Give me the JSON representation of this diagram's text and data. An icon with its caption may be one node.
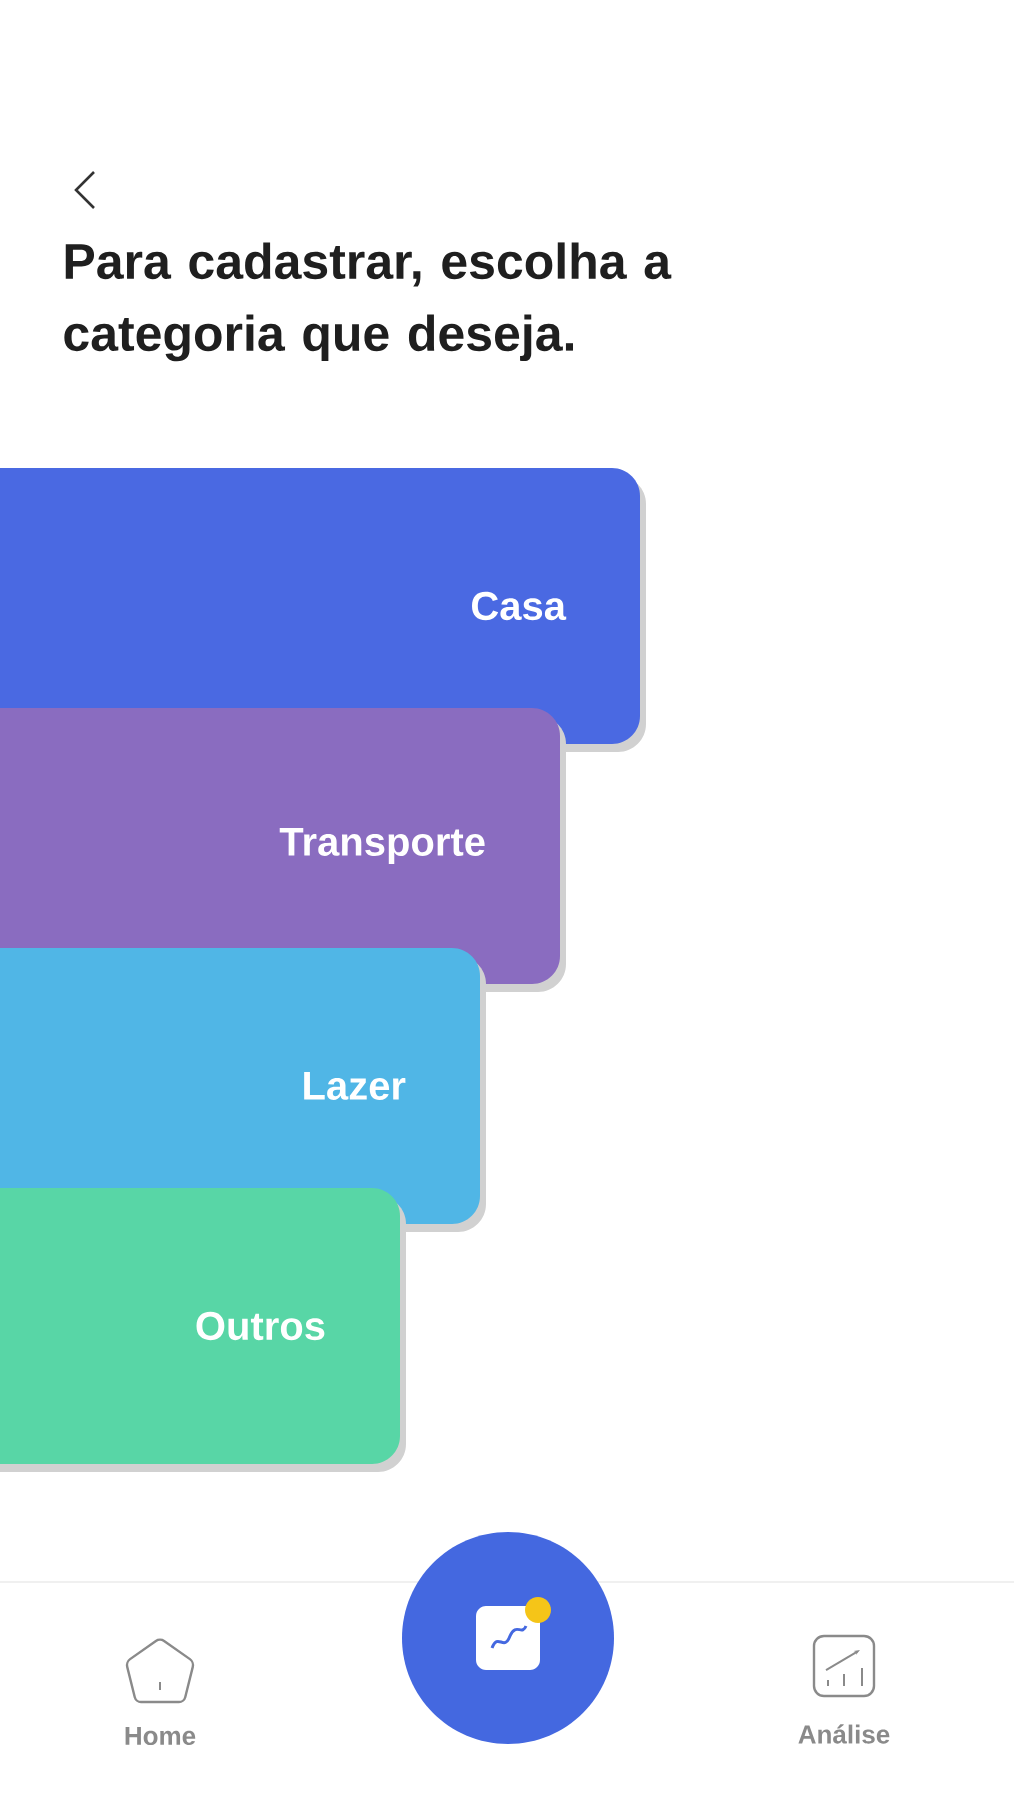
{
  "diagram": {
    "title": "Para cadastrar, escolha a categoria que deseja.",
    "nodes": [
      {
        "text": [
          "Casa"
        ]
      },
      {
        "text": [
          "Transporte"
        ]
      },
      {
        "text": [
          "Lazer"
        ]
      },
      {
        "text": [
          "Outros"
        ]
      }
    ],
    "labels": [
      "Home",
      "Análise"
    ]
  }
}
